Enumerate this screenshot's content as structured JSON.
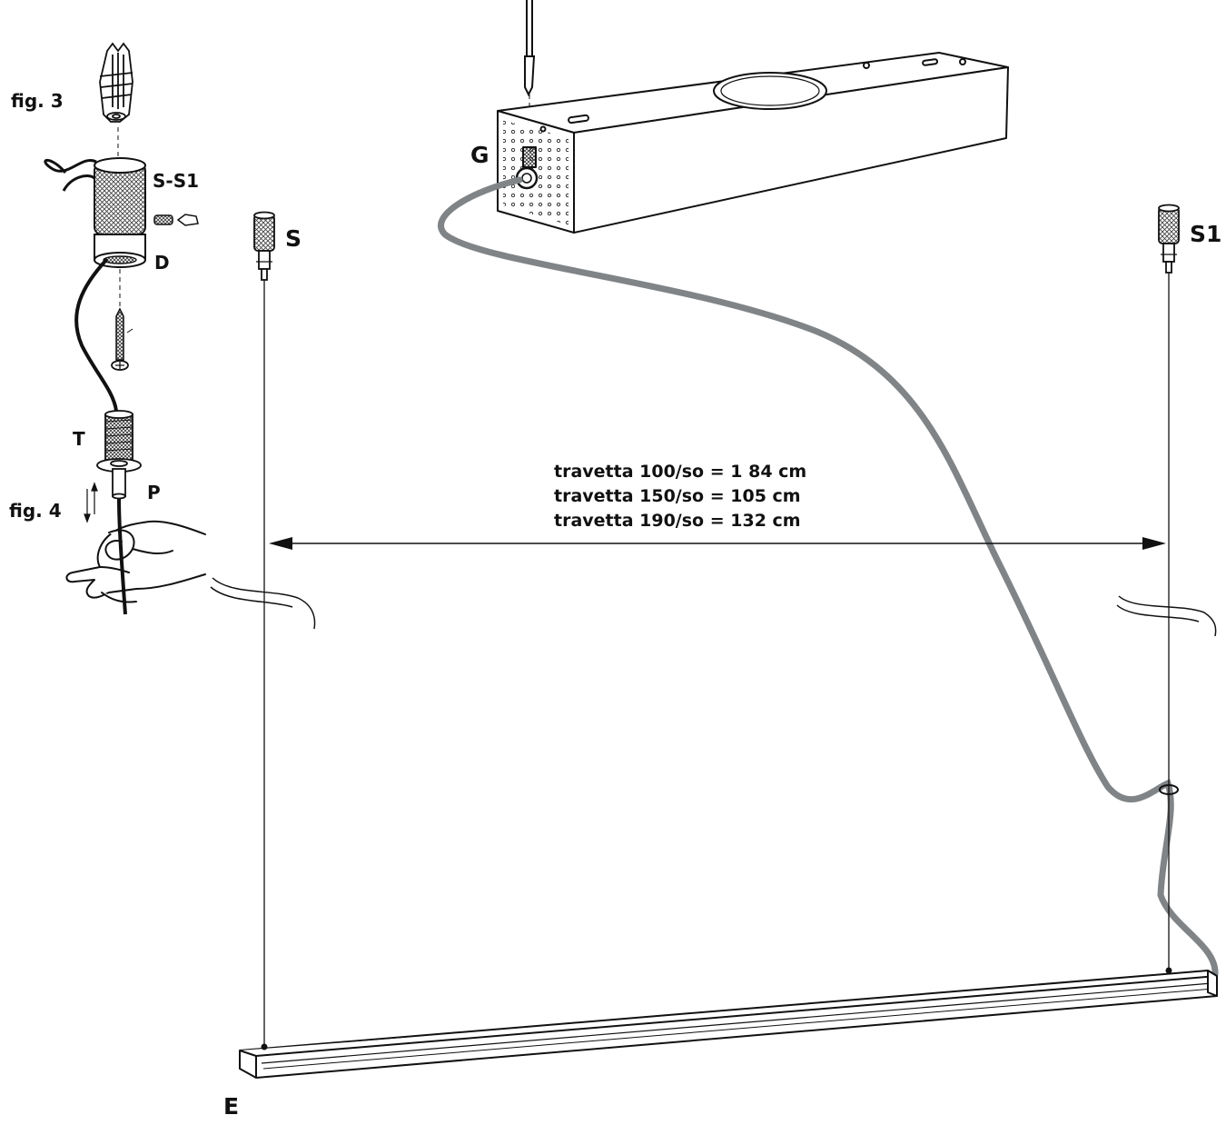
{
  "figures": {
    "fig3": "fig. 3",
    "fig4": "fig. 4"
  },
  "labels": {
    "S_S1": "S-S1",
    "D": "D",
    "T": "T",
    "P": "P",
    "G": "G",
    "S": "S",
    "S1": "S1",
    "E": "E"
  },
  "dimensions": [
    "travetta 100/so = 1 84 cm",
    "travetta 150/so =  105 cm",
    "travetta 190/so =  132 cm"
  ],
  "colors": {
    "ink": "#111111",
    "cable": "#808487",
    "knurl": "#555555"
  }
}
